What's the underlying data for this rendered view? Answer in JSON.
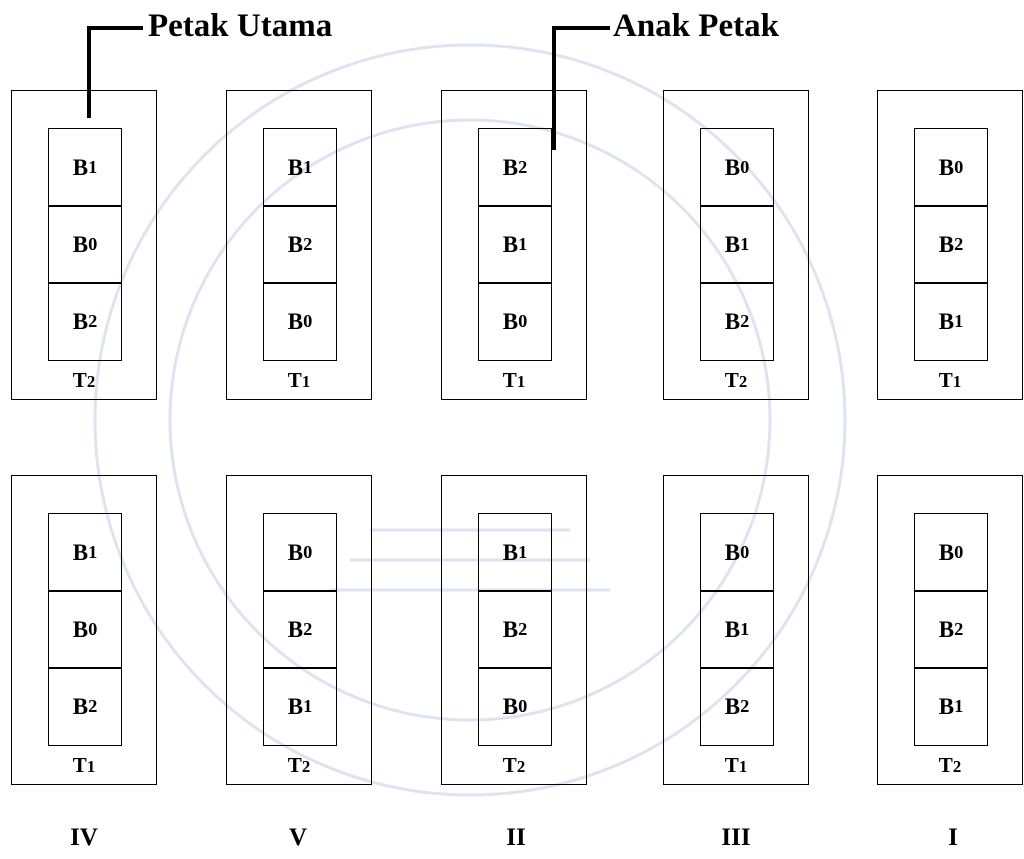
{
  "callouts": {
    "main_plot_label": "Petak Utama",
    "sub_plot_label": "Anak Petak"
  },
  "colors": {
    "line": "#000000",
    "background": "#ffffff",
    "watermark": "#dfe3f0"
  },
  "rows": [
    {
      "plots": [
        {
          "treatment": "T2",
          "subplots": [
            "B1",
            "B0",
            "B2"
          ]
        },
        {
          "treatment": "T1",
          "subplots": [
            "B1",
            "B2",
            "B0"
          ]
        },
        {
          "treatment": "T1",
          "subplots": [
            "B2",
            "B1",
            "B0"
          ]
        },
        {
          "treatment": "T2",
          "subplots": [
            "B0",
            "B1",
            "B2"
          ]
        },
        {
          "treatment": "T1",
          "subplots": [
            "B0",
            "B2",
            "B1"
          ]
        }
      ]
    },
    {
      "plots": [
        {
          "treatment": "T1",
          "subplots": [
            "B1",
            "B0",
            "B2"
          ]
        },
        {
          "treatment": "T2",
          "subplots": [
            "B0",
            "B2",
            "B1"
          ]
        },
        {
          "treatment": "T2",
          "subplots": [
            "B1",
            "B2",
            "B0"
          ]
        },
        {
          "treatment": "T1",
          "subplots": [
            "B0",
            "B1",
            "B2"
          ]
        },
        {
          "treatment": "T2",
          "subplots": [
            "B0",
            "B2",
            "B1"
          ]
        }
      ]
    }
  ],
  "replications": [
    "IV",
    "V",
    "II",
    "III",
    "I"
  ]
}
